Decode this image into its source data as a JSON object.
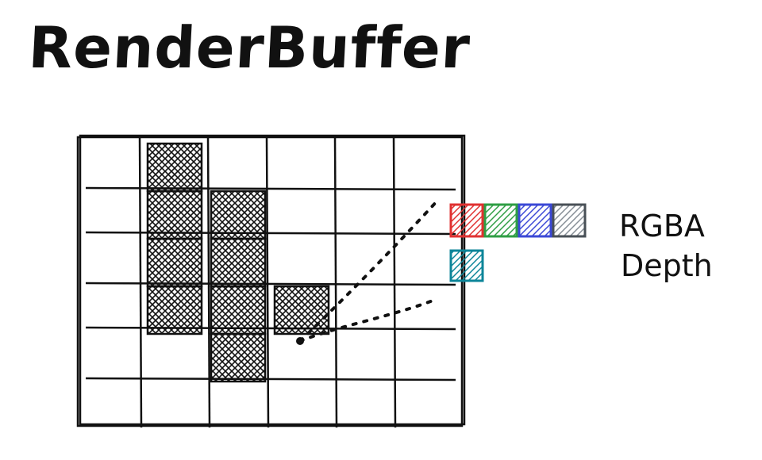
{
  "title": "RenderBuffer",
  "grid": {
    "rows": 6,
    "cols": 6,
    "filled_cells": [
      [
        0,
        1
      ],
      [
        1,
        1
      ],
      [
        1,
        2
      ],
      [
        2,
        1
      ],
      [
        2,
        2
      ],
      [
        3,
        1
      ],
      [
        3,
        2
      ],
      [
        3,
        3
      ],
      [
        4,
        2
      ]
    ],
    "highlighted_cell": [
      3,
      3
    ]
  },
  "channels": [
    {
      "name": "red-channel",
      "color": "#e03131"
    },
    {
      "name": "green-channel",
      "color": "#2f9e44"
    },
    {
      "name": "blue-channel",
      "color": "#3b48d6"
    },
    {
      "name": "alpha-channel",
      "color": "#495057"
    }
  ],
  "depth_channel": {
    "name": "depth-channel",
    "color": "#0c8599"
  },
  "labels": {
    "color": "RGBA",
    "depth": "Depth"
  }
}
